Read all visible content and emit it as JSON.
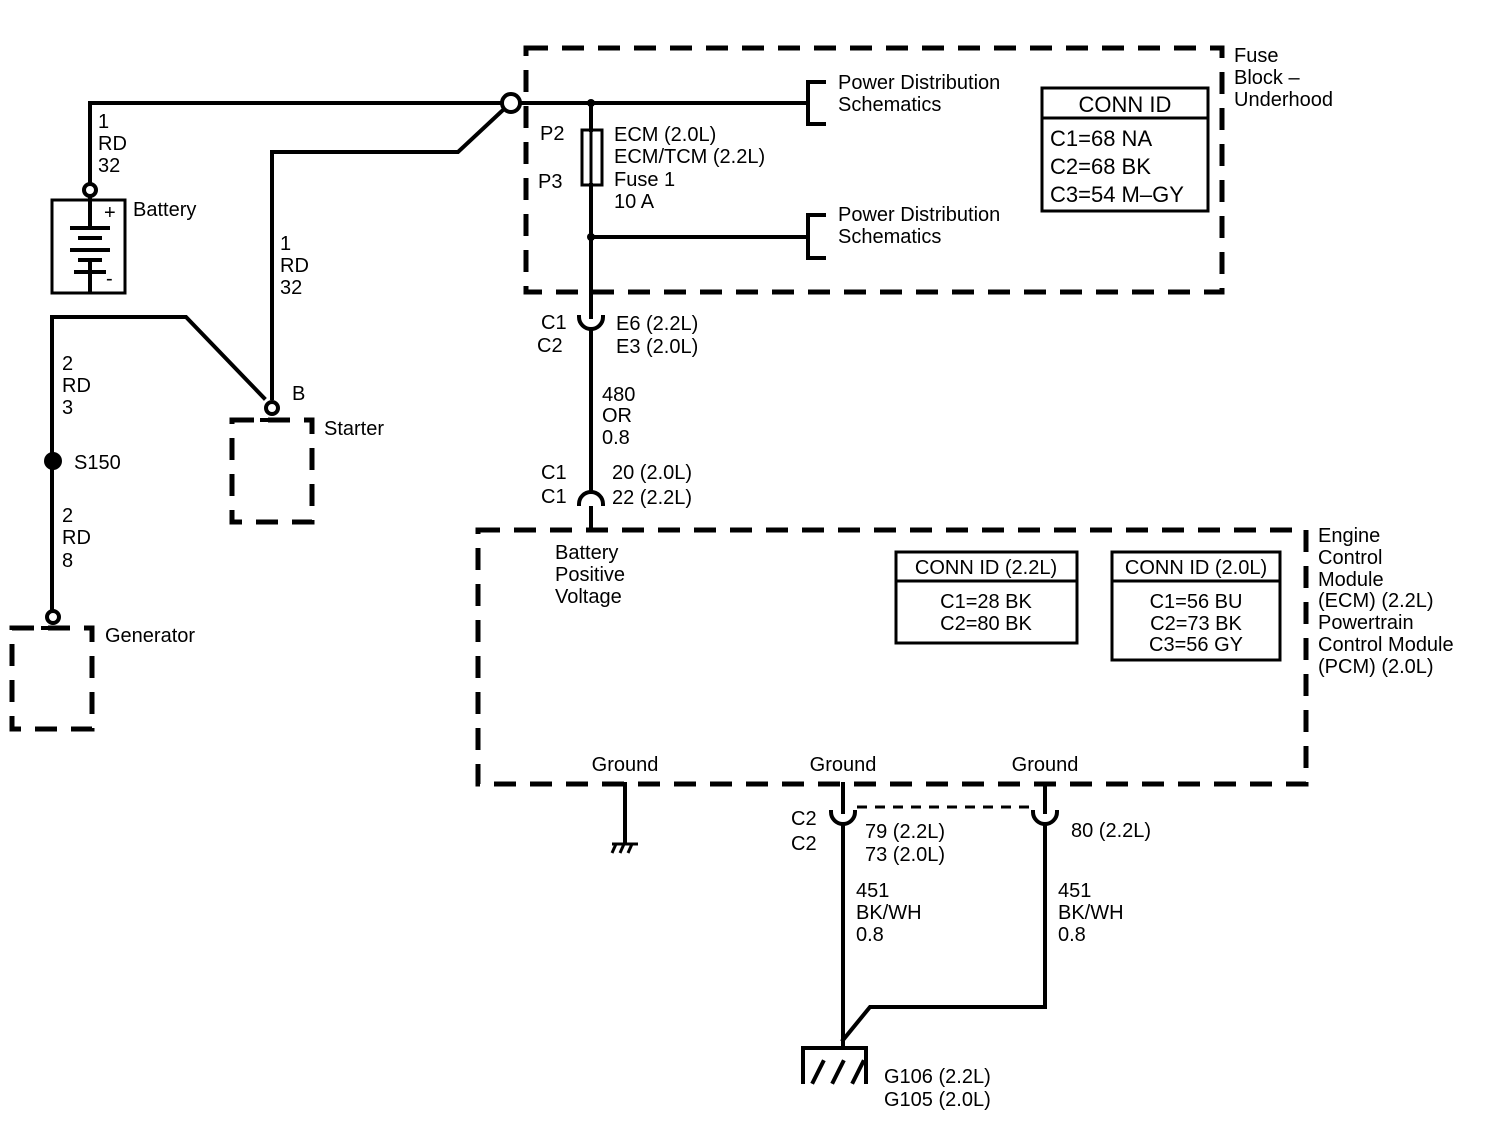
{
  "battery": {
    "label": "Battery",
    "plus": "+",
    "minus": "-",
    "wire": [
      "1",
      "RD",
      "32"
    ]
  },
  "starter": {
    "label": "Starter",
    "terminal": "B",
    "wire": [
      "1",
      "RD",
      "32"
    ]
  },
  "splice": {
    "label": "S150",
    "wire_top": [
      "2",
      "RD",
      "3"
    ],
    "wire_bottom": [
      "2",
      "RD",
      "8"
    ]
  },
  "generator": {
    "label": "Generator"
  },
  "fuse_block": {
    "title": [
      "Fuse",
      "Block –",
      "Underhood"
    ],
    "pdist_top": [
      "Power Distribution",
      "Schematics"
    ],
    "pdist_bottom": [
      "Power Distribution",
      "Schematics"
    ],
    "pin_top": "P2",
    "pin_bottom": "P3",
    "fuse_label": [
      "ECM (2.0L)",
      "ECM/TCM (2.2L)",
      "Fuse 1",
      "10 A"
    ],
    "conn_title": "CONN ID",
    "conn_rows": [
      "C1=68 NA",
      "C2=68 BK",
      "C3=54 M–GY"
    ]
  },
  "connector_top": {
    "left": [
      "C1",
      "C2"
    ],
    "right": [
      "E6 (2.2L)",
      "E3 (2.0L)"
    ]
  },
  "wire_480": [
    "480",
    "OR",
    "0.8"
  ],
  "connector_ecm": {
    "left": [
      "C1",
      "C1"
    ],
    "right": [
      "20 (2.0L)",
      "22 (2.2L)"
    ]
  },
  "ecm": {
    "title": [
      "Engine",
      "Control",
      "Module",
      "(ECM) (2.2L)",
      "Powertrain",
      "Control Module",
      "(PCM) (2.0L)"
    ],
    "battery_positive": [
      "Battery",
      "Positive",
      "Voltage"
    ],
    "conn_22_title": "CONN ID (2.2L)",
    "conn_22_rows": [
      "C1=28 BK",
      "C2=80 BK"
    ],
    "conn_20_title": "CONN ID (2.0L)",
    "conn_20_rows": [
      "C1=56 BU",
      "C2=73 BK",
      "C3=56 GY"
    ],
    "grounds": [
      "Ground",
      "Ground",
      "Ground"
    ]
  },
  "ground_connector_left": {
    "left": [
      "C2",
      "C2"
    ],
    "right": [
      "79 (2.2L)",
      "73 (2.0L)"
    ]
  },
  "ground_connector_right": {
    "right": "80 (2.2L)"
  },
  "ground_wire_left": [
    "451",
    "BK/WH",
    "0.8"
  ],
  "ground_wire_right": [
    "451",
    "BK/WH",
    "0.8"
  ],
  "ground_point": [
    "G106 (2.2L)",
    "G105 (2.0L)"
  ]
}
